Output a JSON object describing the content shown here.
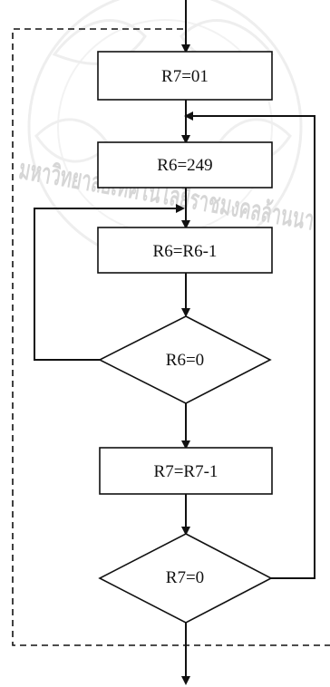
{
  "diagram": {
    "nodes": [
      {
        "id": "n1",
        "label": "R7=01"
      },
      {
        "id": "n2",
        "label": "R6=249"
      },
      {
        "id": "n3",
        "label": "R6=R6-1"
      },
      {
        "id": "d1",
        "label": "R6=0"
      },
      {
        "id": "n4",
        "label": "R7=R7-1"
      },
      {
        "id": "d2",
        "label": "R7=0"
      }
    ]
  },
  "watermark": {
    "text": "มหาวิทยาลัยเทคโนโลยีราชมงคลล้านนา"
  },
  "colors": {
    "line": "#111111",
    "box_fill": "#ffffff",
    "watermark": "#d6d6d6"
  }
}
